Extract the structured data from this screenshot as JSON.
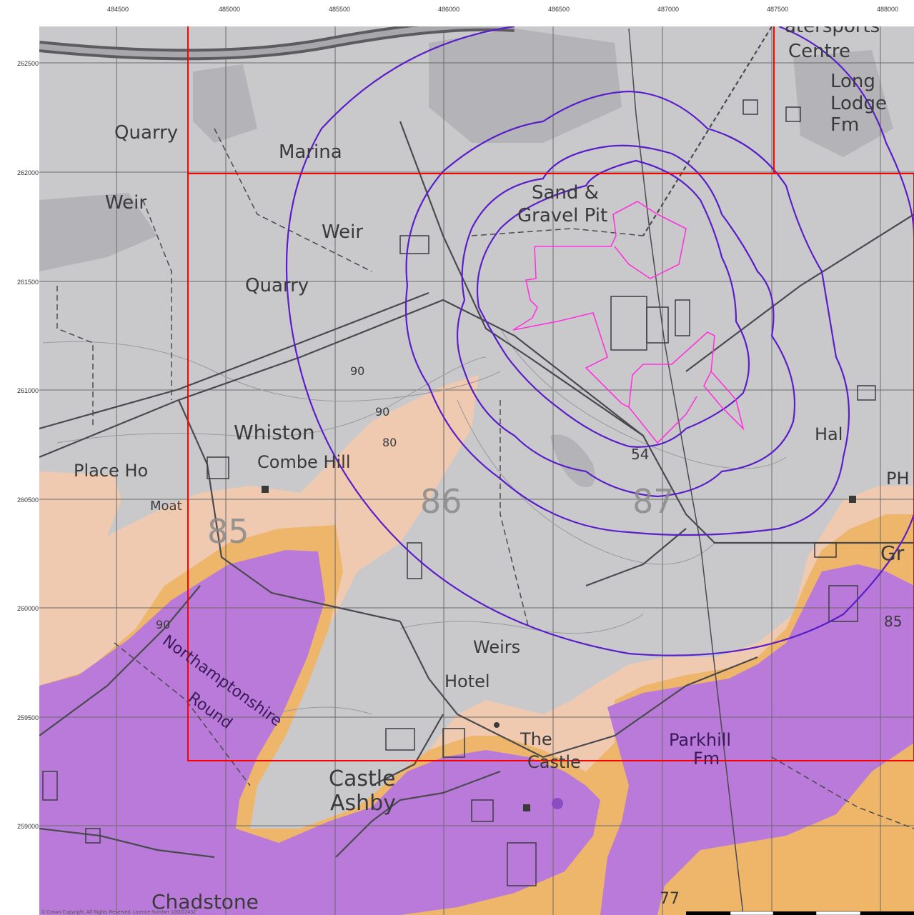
{
  "map": {
    "x_ticks": [
      "484500",
      "485000",
      "485500",
      "486000",
      "486500",
      "487000",
      "487500",
      "488000"
    ],
    "y_ticks": [
      "262500",
      "262000",
      "261500",
      "261000",
      "260500",
      "260000",
      "259500",
      "259000"
    ],
    "grid_squares": [
      "85",
      "86",
      "87"
    ],
    "spot_heights": [
      "54",
      "85",
      "77"
    ],
    "contour_labels": [
      "90",
      "90",
      "80",
      "90"
    ],
    "place_labels": {
      "watersports": "atersports",
      "centre": "Centre",
      "long": "Long",
      "lodge": "Lodge",
      "fm_long": "Fm",
      "quarry_top": "Quarry",
      "marina": "Marina",
      "weir_left": "Weir",
      "weir_mid": "Weir",
      "sand": "Sand & ",
      "gravel": "Gravel Pit",
      "quarry_mid": "Quarry",
      "whiston": "Whiston",
      "combe_hill": "Combe Hill",
      "place_ho": "Place Ho",
      "moat": "Moat",
      "hall": "Hal",
      "ph": "PH",
      "gr": "Gr",
      "northamptonshire": "Northamptonshire",
      "round": "Round",
      "weirs": "Weirs",
      "hotel": "Hotel",
      "the": "The",
      "castle_gothic": "Castle",
      "castle": "Castle",
      "ashby": "Ashby",
      "parkhill": "Parkhill",
      "fm_park": "Fm",
      "chadstone": "Chadstone"
    },
    "copyright": "© Crown Copyright. All Rights Reserved. Licence Number 100022432",
    "colors": {
      "base": "#c9c9cc",
      "peach": "#efc9b0",
      "orange": "#eeb66a",
      "purple": "#b97ad9",
      "buffer": "#5a1fc8",
      "site": "#ff33dd",
      "frame": "#ff0000"
    }
  }
}
